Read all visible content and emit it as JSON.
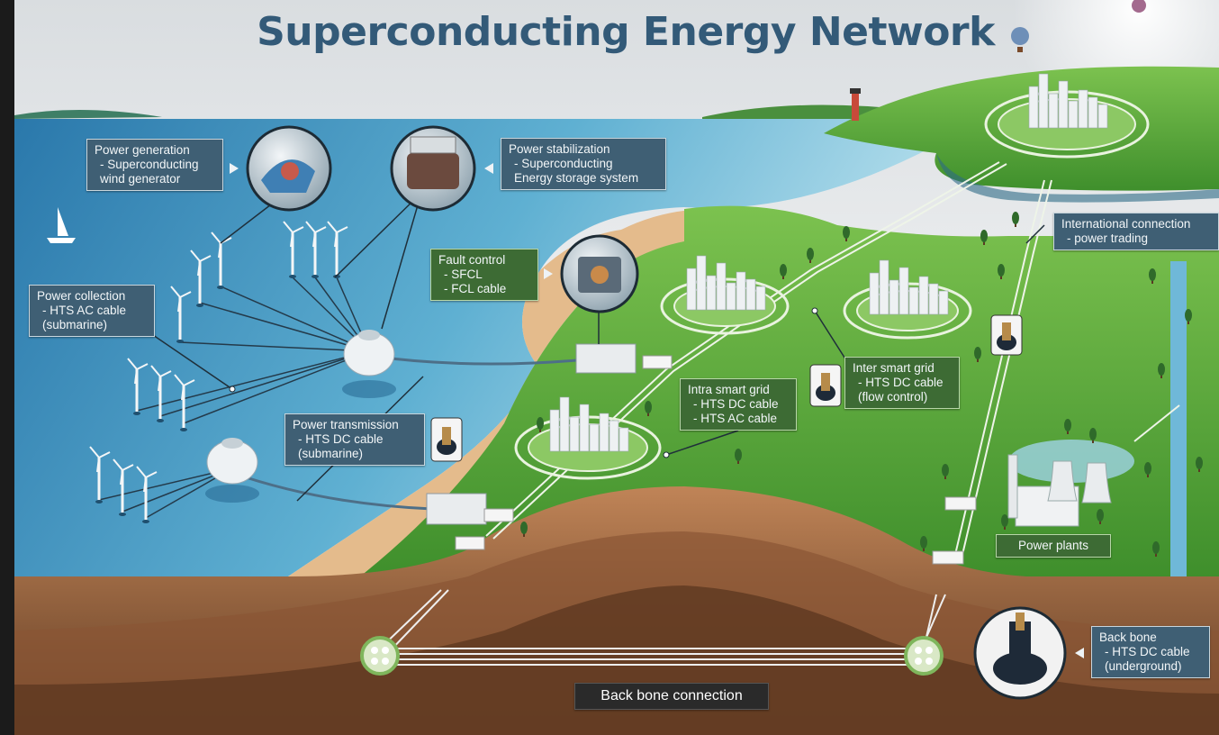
{
  "title": "Superconducting Energy Network",
  "labels": {
    "power_generation": {
      "title": "Power generation",
      "lines": [
        "- Superconducting",
        "wind generator"
      ]
    },
    "power_stabilization": {
      "title": "Power stabilization",
      "lines": [
        "- Superconducting",
        "Energy storage system"
      ]
    },
    "power_collection": {
      "title": "Power collection",
      "lines": [
        "- HTS AC cable",
        "(submarine)"
      ]
    },
    "fault_control": {
      "title": "Fault control",
      "lines": [
        "- SFCL",
        "- FCL cable"
      ]
    },
    "power_transmission": {
      "title": "Power transmission",
      "lines": [
        "- HTS DC cable",
        "(submarine)"
      ]
    },
    "intra_smart_grid": {
      "title": "Intra smart grid",
      "lines": [
        "- HTS DC cable",
        "- HTS AC cable"
      ]
    },
    "inter_smart_grid": {
      "title": "Inter smart grid",
      "lines": [
        "- HTS DC cable",
        "(flow control)"
      ]
    },
    "international_connection": {
      "title": "International connection",
      "lines": [
        "- power trading"
      ]
    },
    "power_plants": {
      "title": "Power plants"
    },
    "back_bone": {
      "title": "Back bone",
      "lines": [
        "- HTS DC cable",
        "(underground)"
      ]
    },
    "back_bone_connection": {
      "title": "Back bone connection"
    }
  },
  "colors": {
    "sea": "#2f86b6",
    "land": "#5aa83c",
    "sand": "#e0b68a",
    "earth": "#8a5a36",
    "label_bg": "#3f5f74",
    "title": "#335a78"
  }
}
